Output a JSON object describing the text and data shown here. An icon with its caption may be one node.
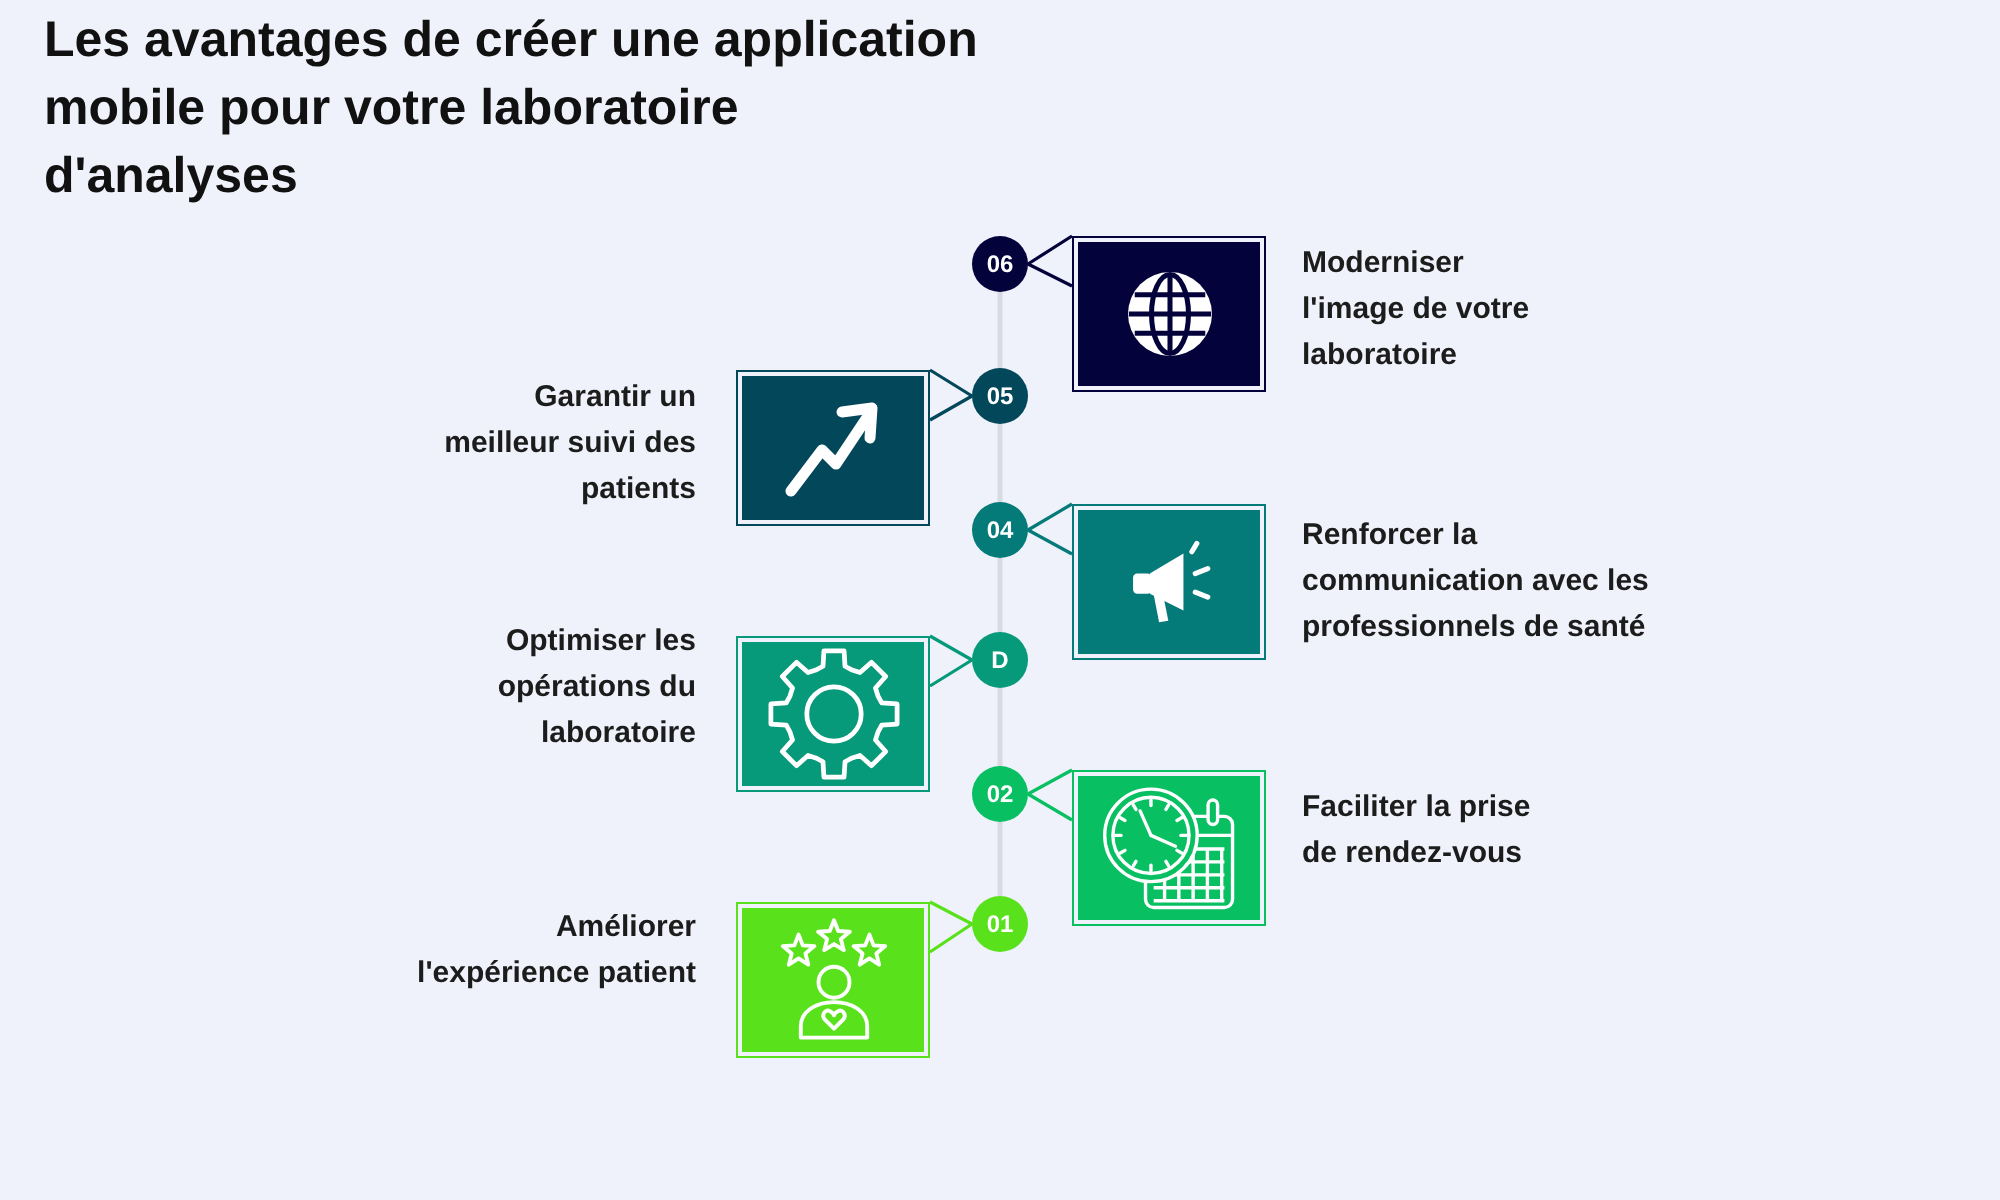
{
  "diagram": {
    "title": "Les avantages de créer une application mobile pour votre laboratoire d'analyses",
    "nodes": [
      {
        "text": [
          "06"
        ]
      },
      {
        "text": [],
        "shape": "box",
        "beside": [
          "Moderniser l'image de votre laboratoire"
        ]
      },
      {
        "text": [
          "05"
        ]
      },
      {
        "text": [],
        "shape": "box",
        "beside": [
          "Garantir un meilleur suivi des patients"
        ]
      },
      {
        "text": [
          "04"
        ]
      },
      {
        "text": [],
        "shape": "box",
        "beside": [
          "Renforcer la communication avec les professionnels de santé"
        ]
      },
      {
        "text": [
          "D"
        ]
      },
      {
        "text": [],
        "shape": "box",
        "beside": [
          "Optimiser les opérations du laboratoire"
        ]
      },
      {
        "text": [
          "02"
        ]
      },
      {
        "text": [],
        "shape": "box",
        "beside": [
          "Faciliter la prise de rendez-vous"
        ]
      },
      {
        "text": [
          "01"
        ]
      },
      {
        "text": [],
        "shape": "box",
        "beside": [
          "Améliorer l'expérience patient"
        ]
      }
    ],
    "edges": [
      {
        "from": 0,
        "to": 1,
        "arrow": "none",
        "color": "#03023a"
      },
      {
        "from": 0,
        "to": 2,
        "arrow": "none"
      },
      {
        "from": 2,
        "to": 3,
        "arrow": "none",
        "color": "#03475a"
      },
      {
        "from": 2,
        "to": 4,
        "arrow": "none"
      },
      {
        "from": 4,
        "to": 5,
        "arrow": "none",
        "color": "#047a79"
      },
      {
        "from": 4,
        "to": 6,
        "arrow": "none"
      },
      {
        "from": 6,
        "to": 7,
        "arrow": "none",
        "color": "#06997a"
      },
      {
        "from": 6,
        "to": 8,
        "arrow": "none"
      },
      {
        "from": 8,
        "to": 9,
        "arrow": "none",
        "color": "#08bf62"
      },
      {
        "from": 8,
        "to": 10,
        "arrow": "none"
      },
      {
        "from": 10,
        "to": 11,
        "arrow": "none",
        "color": "#59e21b"
      }
    ]
  }
}
